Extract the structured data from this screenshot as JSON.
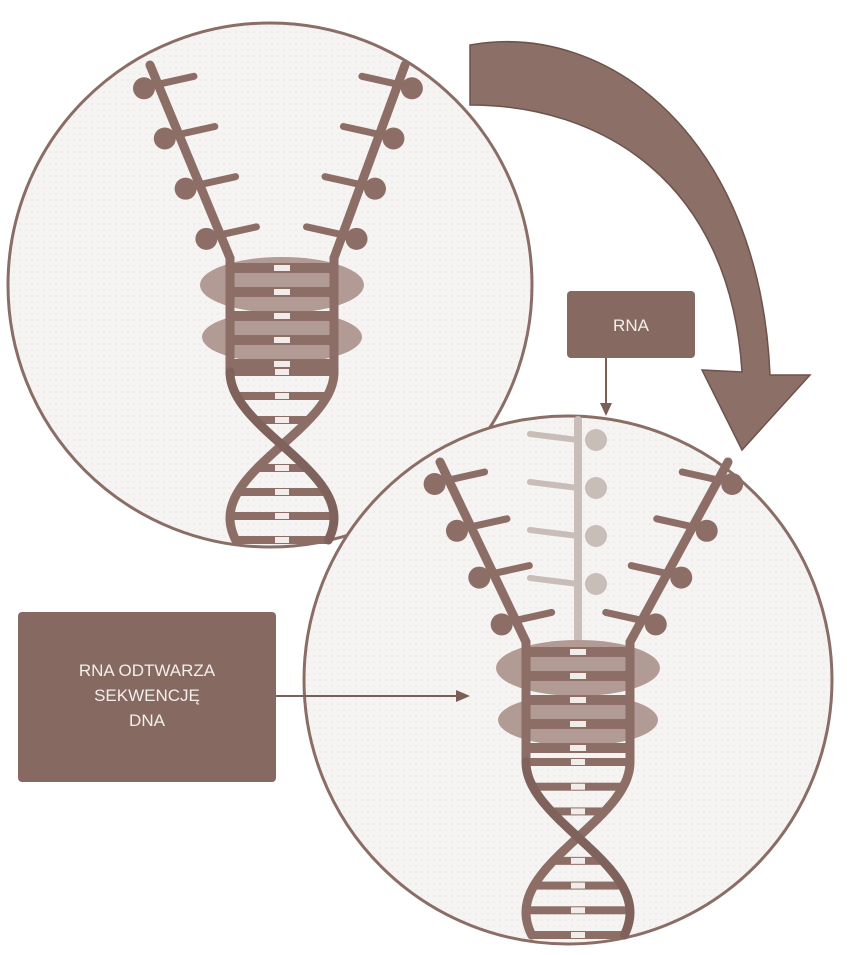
{
  "labels": {
    "rna": "RNA",
    "rna_replicates": [
      "RNA ODTWARZA",
      "SEKWENCJĘ",
      "DNA"
    ]
  },
  "colors": {
    "dna": "#8c6e66",
    "dna_dark": "#7e625b",
    "rna": "#c9bdb8",
    "rung_light": "#f1ece9",
    "polymerase": "#b29b94",
    "circle_fill": "#f6f4f3",
    "circle_stroke": "#8a6e66",
    "arrow": "#8c6f66",
    "label_box": "#866a62"
  }
}
